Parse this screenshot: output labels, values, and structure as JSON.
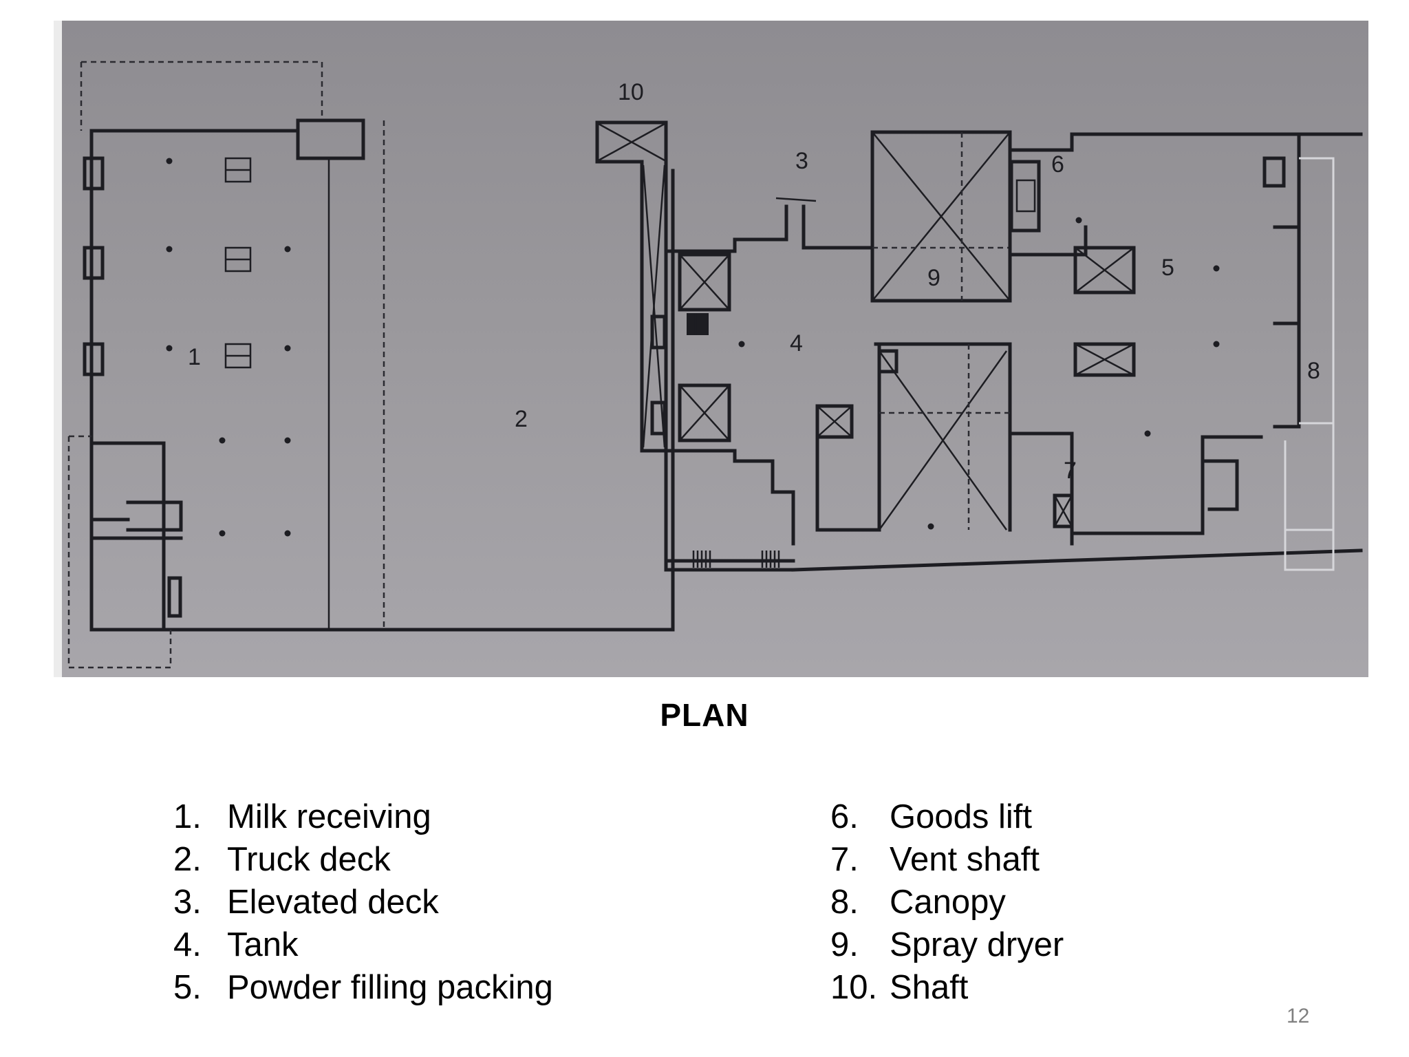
{
  "diagram": {
    "room_labels": [
      "1",
      "2",
      "3",
      "4",
      "5",
      "6",
      "7",
      "8",
      "9",
      "10"
    ]
  },
  "title": "PLAN",
  "legend": {
    "left": [
      {
        "num": "1.",
        "label": "Milk receiving"
      },
      {
        "num": "2.",
        "label": "Truck deck"
      },
      {
        "num": "3.",
        "label": "Elevated deck"
      },
      {
        "num": "4.",
        "label": "Tank"
      },
      {
        "num": "5.",
        "label": "Powder filling packing"
      }
    ],
    "right": [
      {
        "num": "6.",
        "label": "Goods lift"
      },
      {
        "num": "7.",
        "label": "Vent shaft"
      },
      {
        "num": "8.",
        "label": "Canopy"
      },
      {
        "num": "9.",
        "label": "Spray dryer"
      },
      {
        "num": "10.",
        "label": "Shaft"
      }
    ]
  },
  "page_number": "12",
  "colors": {
    "drawing_background": "#9a989c",
    "ink": "#1d1d22",
    "page_number": "#7f7f7f"
  }
}
